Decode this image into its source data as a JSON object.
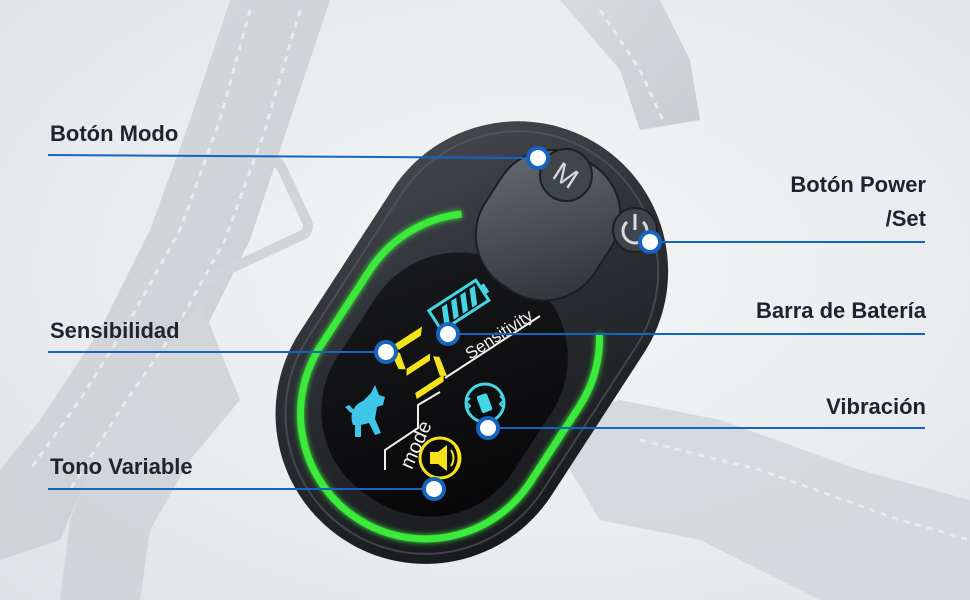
{
  "callouts": {
    "boton_modo": "Botón Modo",
    "boton_power_line1": "Botón Power",
    "boton_power_line2": "/Set",
    "sensibilidad": "Sensibilidad",
    "barra_bateria": "Barra de Batería",
    "vibracion": "Vibración",
    "tono_variable": "Tono Variable"
  },
  "device": {
    "mode_button_letter": "M",
    "screen_mode_label": "mode",
    "screen_sensitivity_label": "Sensitivity",
    "sensitivity_digit": "5"
  },
  "colors": {
    "line_blue": "#1565c0",
    "glow_green": "#3bea3b",
    "battery_cyan": "#43d6e4",
    "digit_yellow": "#f4e21b",
    "dog_cyan": "#3fc6e6"
  },
  "icons": [
    "power-icon",
    "dog-icon",
    "vibration-icon",
    "tone-icon",
    "battery-icon"
  ]
}
